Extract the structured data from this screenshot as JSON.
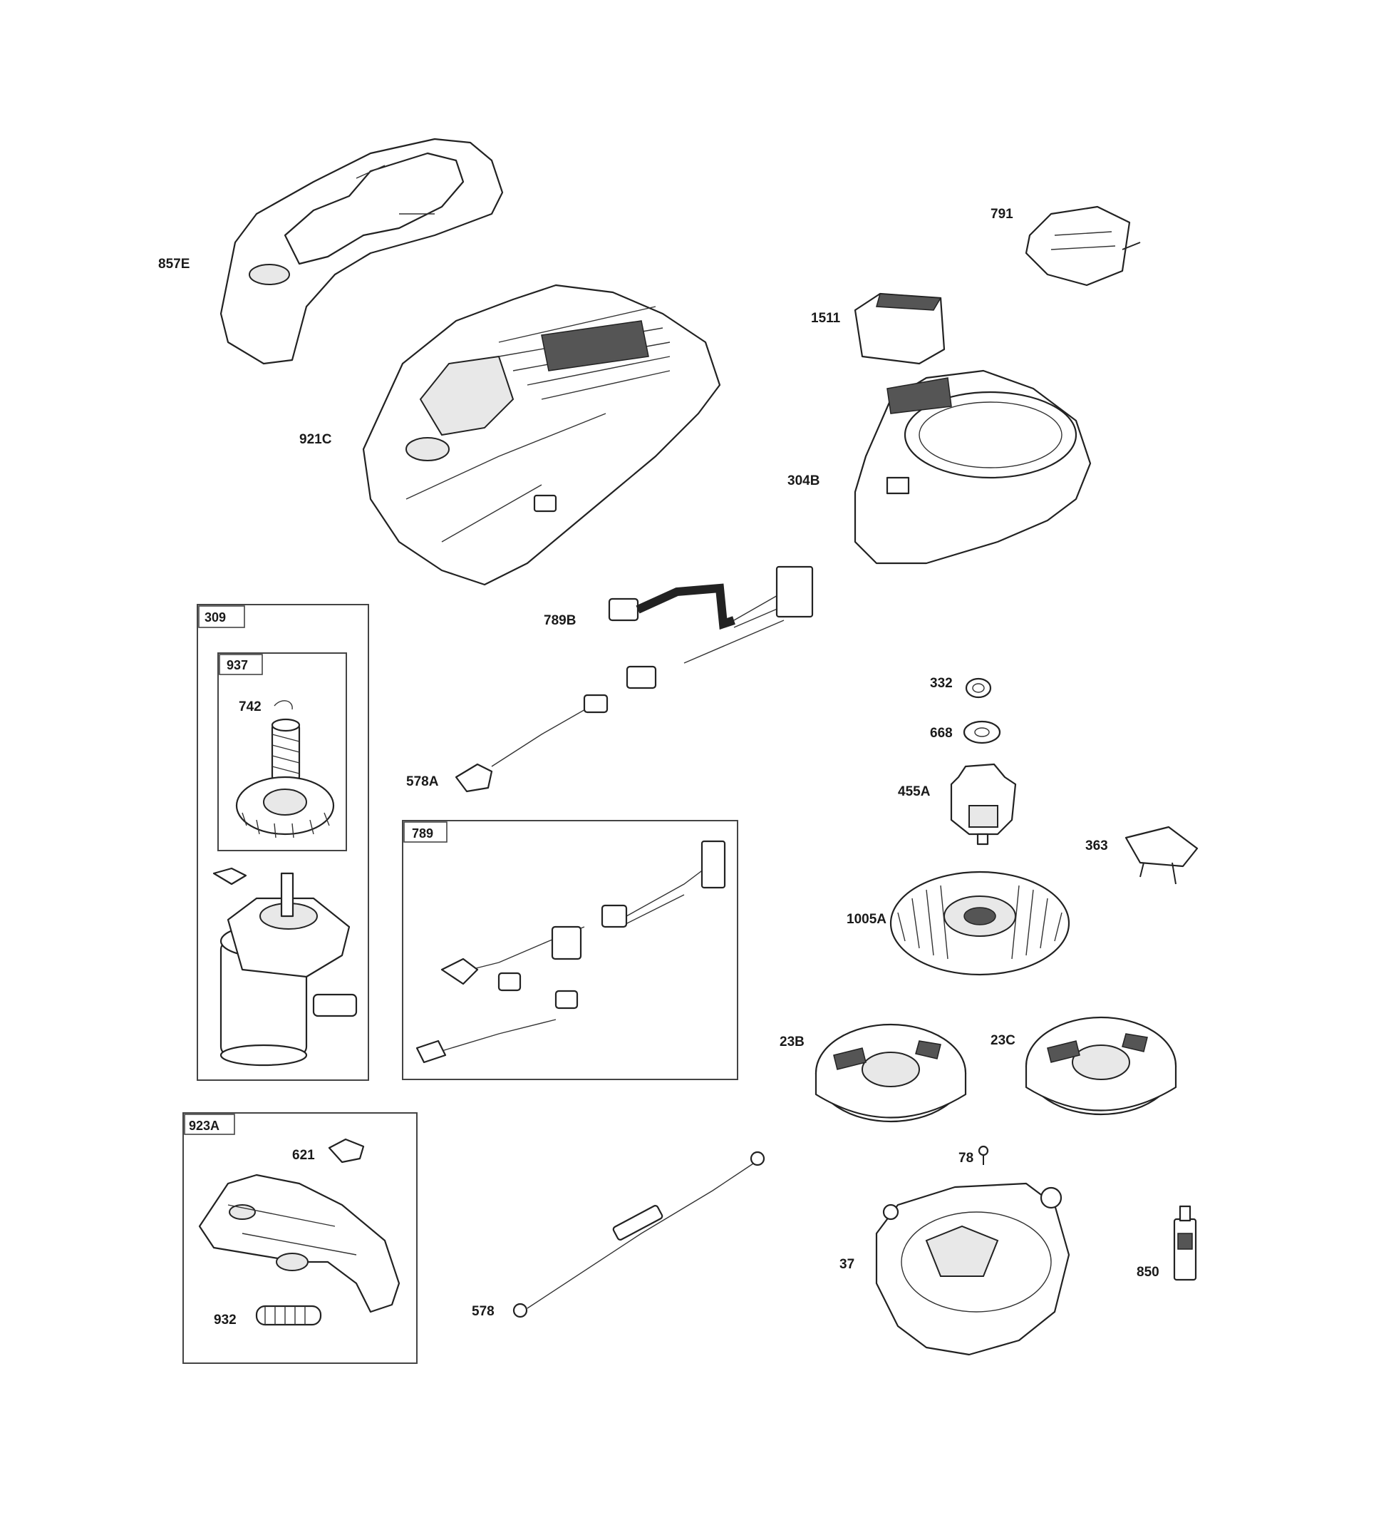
{
  "labels": {
    "p857E": "857E",
    "p921C": "921C",
    "p791": "791",
    "p1511": "1511",
    "p304B": "304B",
    "p789B": "789B",
    "p578A": "578A",
    "p332": "332",
    "p668": "668",
    "p455A": "455A",
    "p363": "363",
    "p1005A": "1005A",
    "p23B": "23B",
    "p23C": "23C",
    "p78": "78",
    "p37": "37",
    "p850": "850",
    "p578": "578",
    "p742": "742",
    "p621": "621",
    "p932": "932"
  },
  "boxes": {
    "b309": "309",
    "b937": "937",
    "b789": "789",
    "b923A": "923A"
  }
}
